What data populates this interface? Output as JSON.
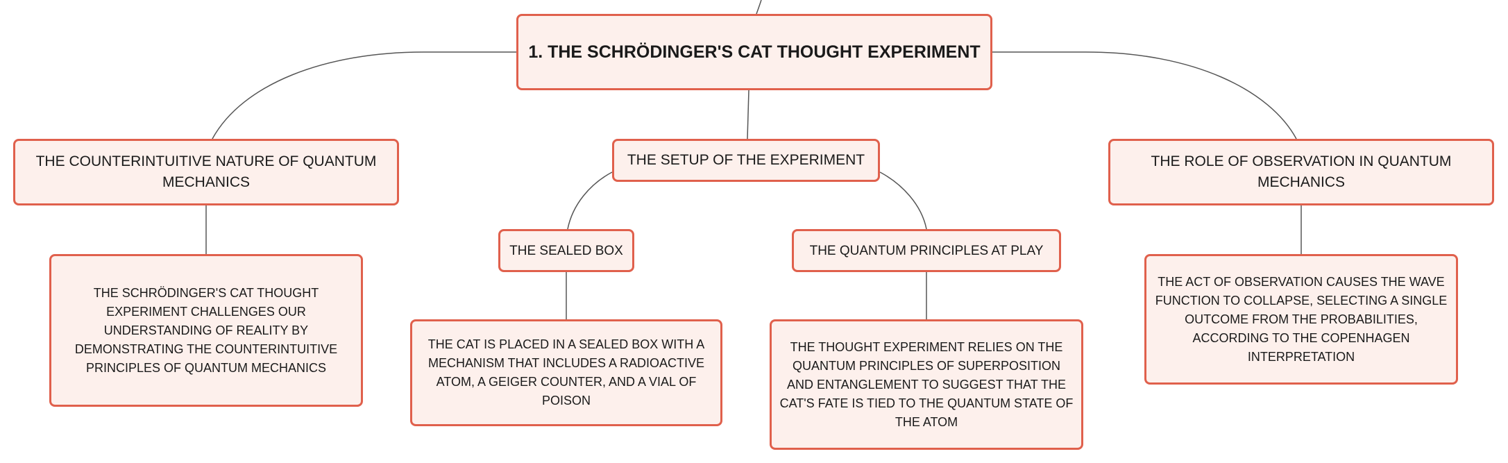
{
  "root": {
    "label": "1. THE SCHRÖDINGER'S CAT THOUGHT EXPERIMENT"
  },
  "branches": {
    "counterintuitive": {
      "label": "THE COUNTERINTUITIVE NATURE OF QUANTUM MECHANICS",
      "description": "THE SCHRÖDINGER'S CAT THOUGHT EXPERIMENT CHALLENGES OUR UNDERSTANDING OF REALITY BY DEMONSTRATING THE COUNTERINTUITIVE PRINCIPLES OF QUANTUM MECHANICS"
    },
    "setup": {
      "label": "THE SETUP OF THE EXPERIMENT",
      "children": {
        "sealed_box": {
          "label": "THE SEALED BOX",
          "description": "THE CAT IS PLACED IN A SEALED BOX WITH A MECHANISM THAT INCLUDES A RADIOACTIVE ATOM, A GEIGER COUNTER, AND A VIAL OF POISON"
        },
        "quantum_principles": {
          "label": "THE QUANTUM PRINCIPLES AT PLAY",
          "description": "THE THOUGHT EXPERIMENT RELIES ON THE QUANTUM PRINCIPLES OF SUPERPOSITION AND ENTANGLEMENT TO SUGGEST THAT THE CAT'S FATE IS TIED TO THE QUANTUM STATE OF THE ATOM"
        }
      }
    },
    "observation": {
      "label": "THE ROLE OF OBSERVATION IN QUANTUM MECHANICS",
      "description": "THE ACT OF OBSERVATION CAUSES THE WAVE FUNCTION TO COLLAPSE, SELECTING A SINGLE OUTCOME FROM THE PROBABILITIES, ACCORDING TO THE COPENHAGEN INTERPRETATION"
    }
  },
  "colors": {
    "node_fill": "#fdf0ec",
    "node_border": "#e0604c",
    "connector": "#555555",
    "text": "#1a1a1a"
  }
}
